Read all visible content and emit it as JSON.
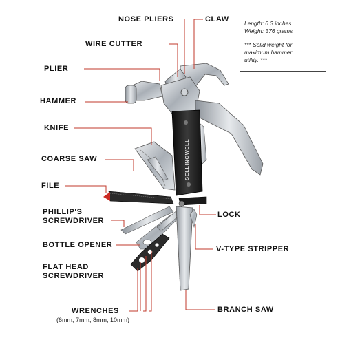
{
  "specs": {
    "length": "Length: 6.3 inches",
    "weight": "Weight: 376 grams",
    "note_line1": "*** Solid weight for",
    "note_line2": "maximum hammer",
    "note_line3": "utility. ***"
  },
  "labels": {
    "nose_pliers": "NOSE PLIERS",
    "claw": "CLAW",
    "wire_cutter": "WIRE CUTTER",
    "plier": "PLIER",
    "hammer": "HAMMER",
    "knife": "KNIFE",
    "coarse_saw": "COARSE SAW",
    "file": "FILE",
    "phillips_1": "PHILLIP'S",
    "phillips_2": "SCREWDRIVER",
    "bottle_opener": "BOTTLE OPENER",
    "flat_head_1": "FLAT HEAD",
    "flat_head_2": "SCREWDRIVER",
    "wrenches": "WRENCHES",
    "wrench_sizes": "(6mm, 7mm, 8mm, 10mm)",
    "lock": "LOCK",
    "v_type_stripper": "V-TYPE STRIPPER",
    "branch_saw": "BRANCH SAW"
  },
  "brand_text": "SELLINGWELL",
  "colors": {
    "leader": "#c0392b",
    "text": "#111111",
    "steel": "#b9bec4",
    "handle": "#1c1c1c"
  }
}
